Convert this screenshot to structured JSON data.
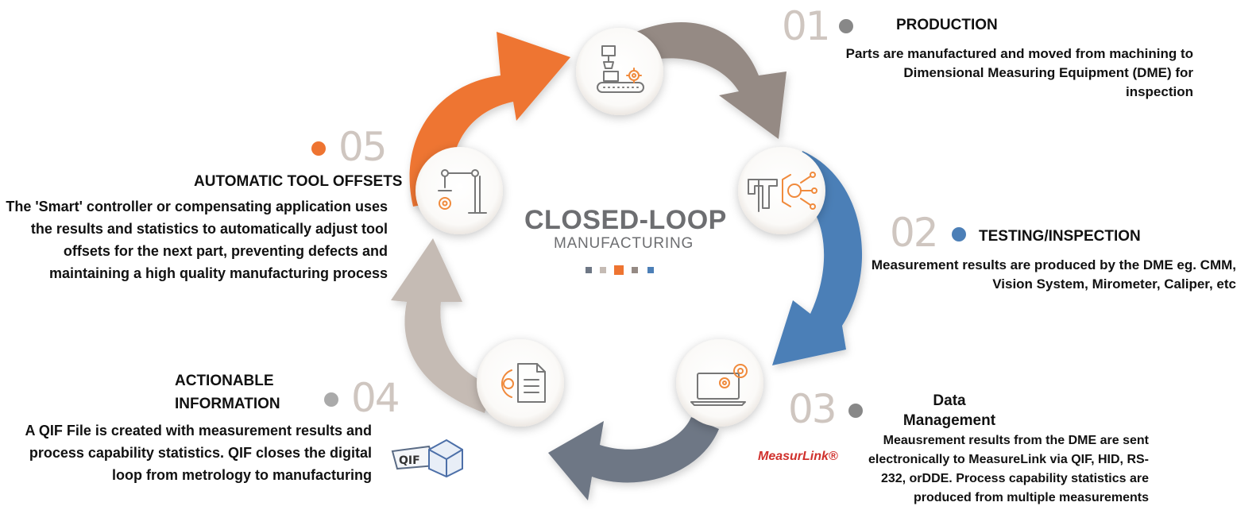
{
  "center": {
    "title": "CLOSED-LOOP",
    "subtitle": "MANUFACTURING"
  },
  "colors": {
    "orange": "#ee7431",
    "gray_brown": "#958a84",
    "blue": "#4c7fb7",
    "slate": "#6e7785",
    "beige": "#c5bbb4",
    "number_gray": "#cfc6c0",
    "dot_gray": "#888888",
    "icon_orange": "#f08a3c",
    "icon_gray": "#777777"
  },
  "steps": [
    {
      "number": "01",
      "title": "PRODUCTION",
      "description": "Parts are manufactured and moved from machining to Dimensional Measuring Equipment (DME) for inspection",
      "icon": "factory-machine-icon"
    },
    {
      "number": "02",
      "title": "TESTING/INSPECTION",
      "description": "Measurement results are produced by the DME eg. CMM, Vision System, Mirometer, Caliper, etc",
      "icon": "caliper-circuit-icon"
    },
    {
      "number": "03",
      "title": "Data Management",
      "description": "Meausrement results from the DME are sent electronically to MeasureLink via QIF, HID, RS-232, orDDE. Process capability statistics are produced from multiple measurements",
      "icon": "laptop-gears-icon",
      "logo": "MeasurLink®"
    },
    {
      "number": "04",
      "title": "ACTIONABLE INFORMATION",
      "description": "A QIF File is created with measurement results and process capability statistics. QIF closes the digital loop from metrology to manufacturing",
      "icon": "document-gear-icon",
      "logo": "QIF"
    },
    {
      "number": "05",
      "title": "AUTOMATIC TOOL OFFSETS",
      "description": "The 'Smart' controller or compensating application uses the results and statistics to automatically adjust tool offsets for the next part, preventing defects and maintaining a high quality manufacturing process",
      "icon": "robot-arm-icon"
    }
  ]
}
